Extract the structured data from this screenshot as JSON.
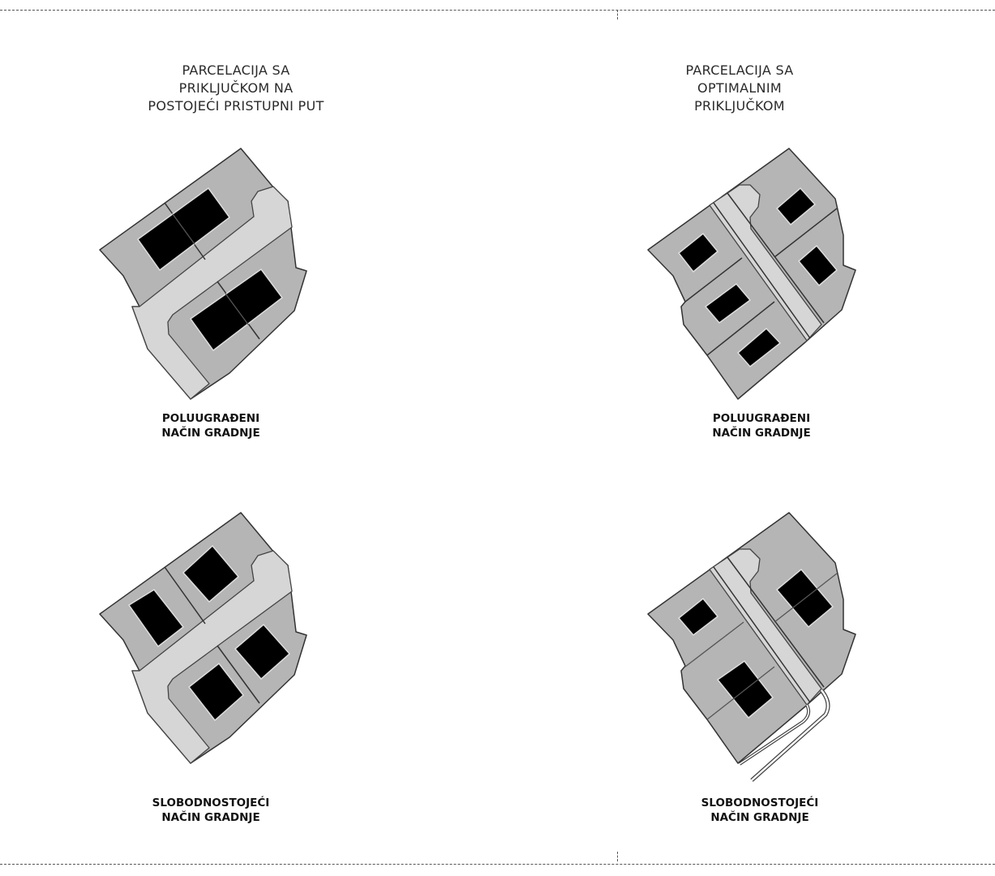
{
  "diagrams": {
    "top_left": {
      "title": [
        "PARCELACIJA SA",
        "PRIKLJUČKOM NA",
        "POSTOJEĆI PRISTUPNI PUT"
      ],
      "label": [
        "POLUUGRAĐENI",
        "NAČIN GRADNJE"
      ]
    },
    "top_right": {
      "title": [
        "PARCELACIJA SA",
        "OPTIMALNIM",
        "PRIKLJUČKOM"
      ],
      "label": [
        "POLUUGRAĐENI",
        "NAČIN GRADNJE"
      ]
    },
    "bottom_left": {
      "label": [
        "SLOBODNOSTOJEĆI",
        "NAČIN GRADNJE"
      ]
    },
    "bottom_right": {
      "label": [
        "SLOBODNOSTOJEĆI",
        "NAČIN GRADNJE"
      ]
    }
  },
  "colors": {
    "lot": "#b5b5b5",
    "road": "#d6d6d6",
    "building": "#000000"
  }
}
